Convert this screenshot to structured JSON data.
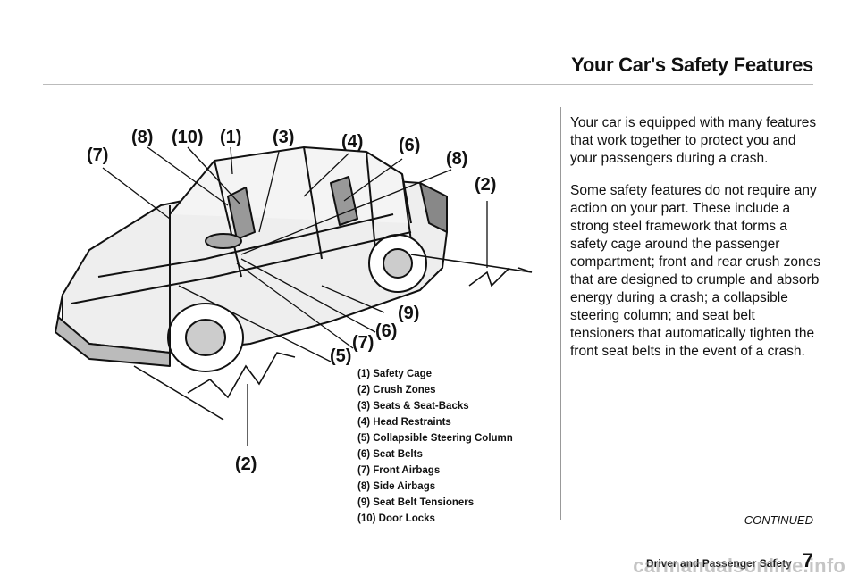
{
  "header": {
    "title": "Your Car's Safety Features"
  },
  "callouts": {
    "c7_top": "(7)",
    "c8_top": "(8)",
    "c10": "(10)",
    "c1": "(1)",
    "c3": "(3)",
    "c4": "(4)",
    "c6_top": "(6)",
    "c8_right": "(8)",
    "c2_right": "(2)",
    "c9": "(9)",
    "c6_bottom": "(6)",
    "c7_bottom": "(7)",
    "c5": "(5)",
    "c2_bottom": "(2)"
  },
  "legend": [
    "(1) Safety Cage",
    "(2) Crush Zones",
    "(3) Seats & Seat-Backs",
    "(4) Head Restraints",
    "(5) Collapsible Steering Column",
    "(6) Seat Belts",
    "(7) Front Airbags",
    "(8) Side Airbags",
    "(9) Seat Belt Tensioners",
    "(10) Door Locks"
  ],
  "body": {
    "p1": "Your car is equipped with many features that work together to protect you and your passengers during a crash.",
    "p2": "Some safety features do not require any action on your part. These include a strong steel framework that forms a safety cage around the passenger compartment; front and rear crush zones that are designed to crumple and absorb energy during a crash; a collapsible steering column; and seat belt tensioners that automatically tighten the front seat belts in the event of a crash."
  },
  "continued": "CONTINUED",
  "footer": {
    "section": "Driver and Passenger Safety",
    "page": "7"
  },
  "watermark": "carmanualsonline.info"
}
